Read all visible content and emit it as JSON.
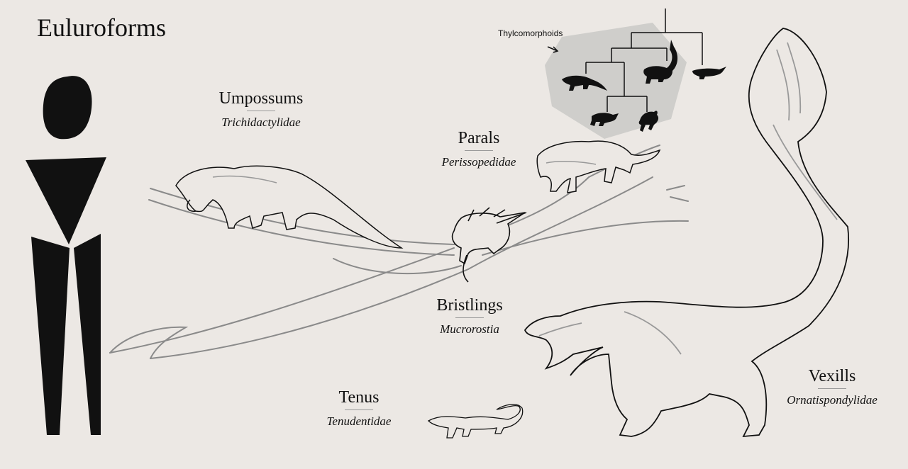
{
  "title": "Euluroforms",
  "clades": [
    {
      "name": "Umpossums",
      "scientific": "Trichidactylidae"
    },
    {
      "name": "Parals",
      "scientific": "Perissopedidae"
    },
    {
      "name": "Bristlings",
      "scientific": "Mucrorostia"
    },
    {
      "name": "Tenus",
      "scientific": "Tenudentidae"
    },
    {
      "name": "Vexills",
      "scientific": "Ornatispondylidae"
    }
  ],
  "inset": {
    "label": "Thylcomorphoids"
  },
  "colors": {
    "background": "#ece8e4",
    "ink": "#111111",
    "branch": "#8a8a8a",
    "inset_fill": "#cfcecb"
  }
}
